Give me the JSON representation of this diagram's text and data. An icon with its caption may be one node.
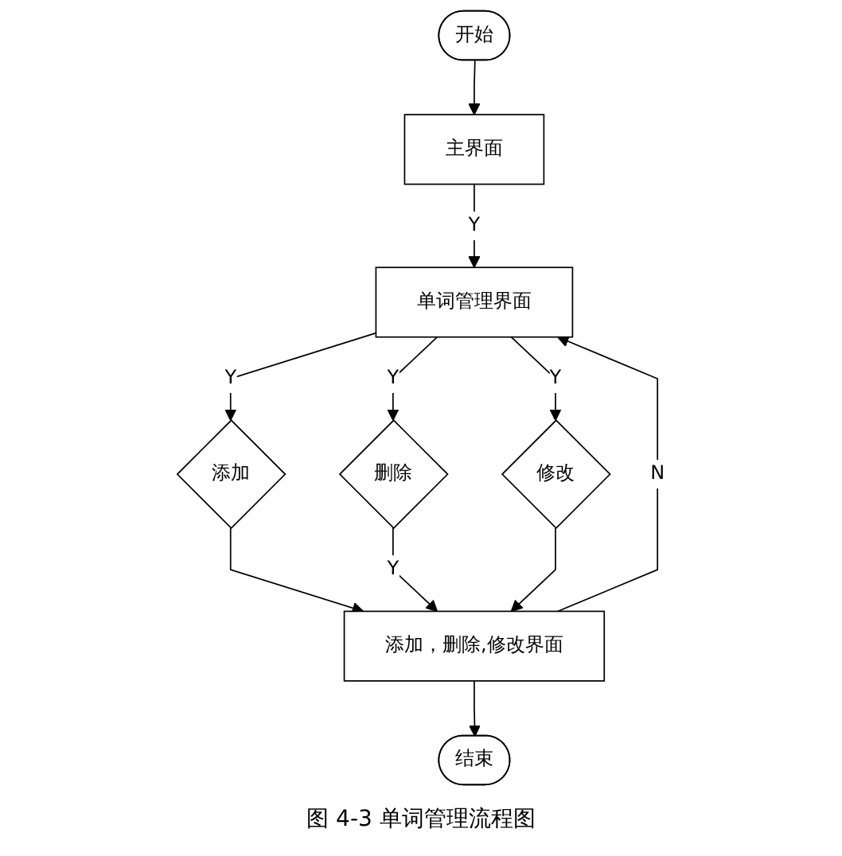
{
  "diagram": {
    "caption": "图 4-3 单词管理流程图",
    "nodes": [
      {
        "text": [
          "开始"
        ]
      },
      {
        "text": [
          "主界面"
        ]
      },
      {
        "text": [
          "单词管理界面"
        ]
      },
      {
        "text": [
          "添加"
        ]
      },
      {
        "text": [
          "删除"
        ]
      },
      {
        "text": [
          "修改"
        ]
      },
      {
        "text": [
          "添加，删除,修改界面"
        ]
      },
      {
        "text": [
          "结束"
        ]
      }
    ],
    "edges": [
      {
        "from": 0,
        "to": 1,
        "arrow": "to"
      },
      {
        "from": 1,
        "to": 2,
        "arrow": "to",
        "label": "Y"
      },
      {
        "from": 2,
        "to": 3,
        "arrow": "to",
        "label": "Y"
      },
      {
        "from": 2,
        "to": 4,
        "arrow": "to",
        "label": "Y"
      },
      {
        "from": 2,
        "to": 5,
        "arrow": "to",
        "label": "Y"
      },
      {
        "from": 3,
        "to": 6,
        "arrow": "to"
      },
      {
        "from": 4,
        "to": 6,
        "arrow": "to",
        "label": "Y"
      },
      {
        "from": 5,
        "to": 6,
        "arrow": "to"
      },
      {
        "from": 6,
        "to": 2,
        "arrow": "to",
        "label": "N"
      },
      {
        "from": 6,
        "to": 7,
        "arrow": "to"
      }
    ]
  }
}
